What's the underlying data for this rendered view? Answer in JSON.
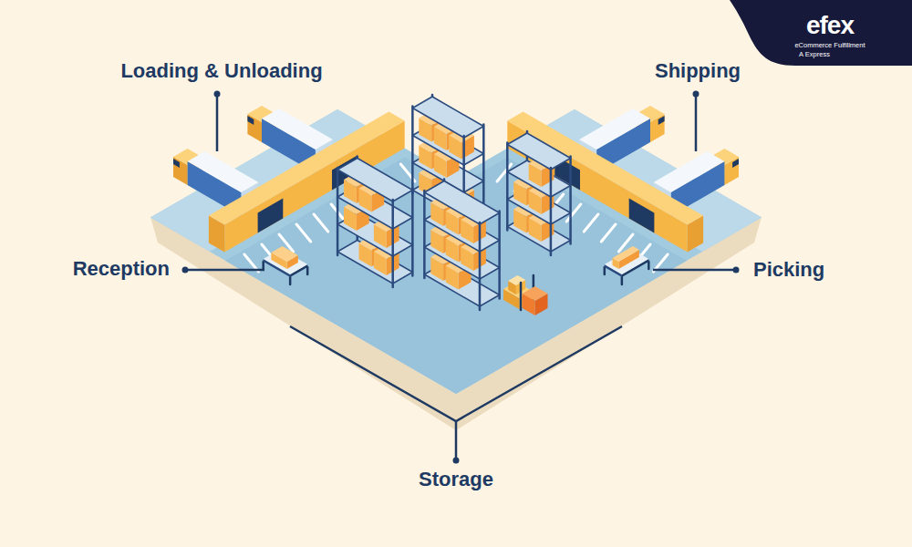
{
  "diagram": {
    "labels": [
      "efex",
      "eCommerce Fulfillment",
      "A Express",
      "Loading & Unloading",
      "Shipping",
      "Reception",
      "Picking",
      "Storage"
    ]
  }
}
